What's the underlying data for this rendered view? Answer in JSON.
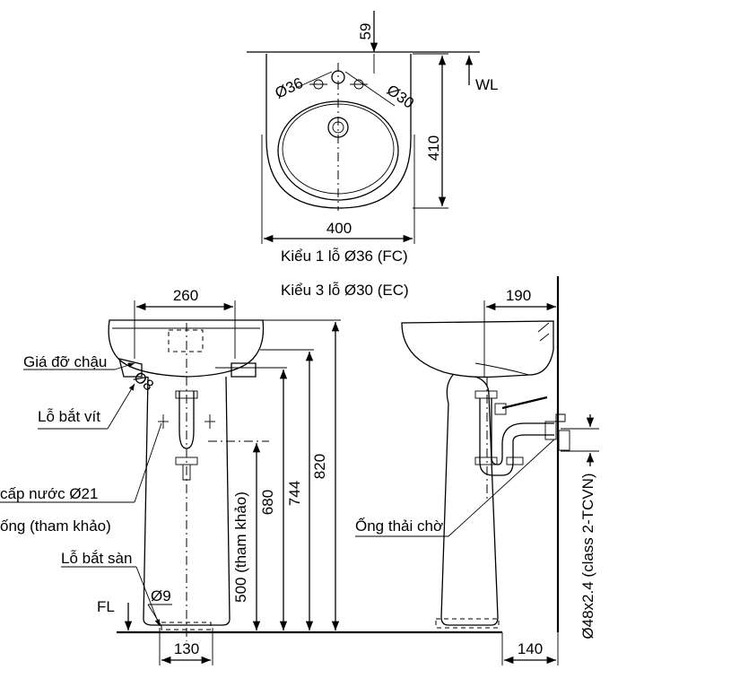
{
  "top_view": {
    "dim_offset": "59",
    "dim_hole_left": "Ø36",
    "dim_hole_right": "Ø30",
    "dim_depth": "410",
    "dim_width": "400",
    "water_level": "WL",
    "caption_1": "Kiểu 1 lỗ Ø36 (FC)",
    "caption_2": "Kiểu 3 lỗ Ø30 (EC)"
  },
  "front_view": {
    "dim_top_width": "260",
    "label_bracket": "Giá đỡ chậu",
    "dim_bolt": "Ø8",
    "label_screw_hole": "Lỗ bắt vít",
    "label_supply_1": "cấp nước Ø21",
    "label_supply_2": "ống (tham khảo)",
    "label_floor_hole": "Lỗ bắt sàn",
    "floor_level": "FL",
    "dim_floor_hole": "Ø9",
    "dim_base": "130",
    "dim_500": "500 (tham khảo)",
    "dim_680": "680",
    "dim_744": "744",
    "dim_820": "820"
  },
  "side_view": {
    "dim_wall": "190",
    "label_drain": "Ống thải chờ",
    "dim_pipe": "Ø48x2.4 (class 2-TCVN)",
    "dim_wall_base": "140"
  }
}
